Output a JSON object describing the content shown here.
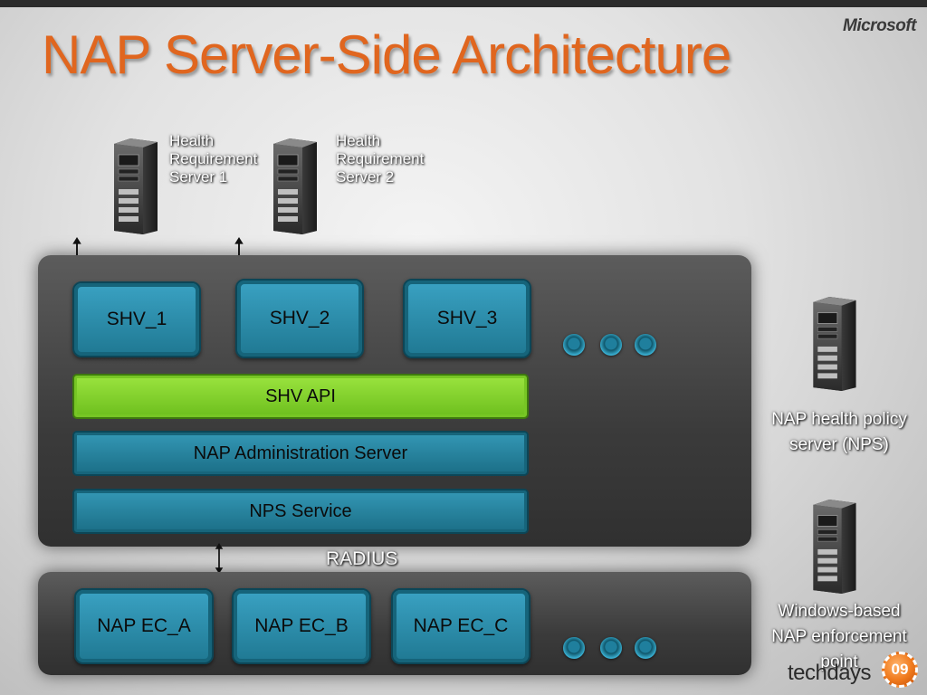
{
  "slide": {
    "title": "NAP Server-Side Architecture",
    "brand": "Microsoft"
  },
  "servers": {
    "hrs1": {
      "line1": "Health",
      "line2": "Requirement",
      "line3": "Server 1"
    },
    "hrs2": {
      "line1": "Health",
      "line2": "Requirement",
      "line3": "Server 2"
    },
    "nps": {
      "line1": "NAP health policy",
      "line2": "server (NPS)"
    },
    "enforcement": {
      "line1": "Windows-based",
      "line2": "NAP enforcement",
      "line3": "point"
    }
  },
  "upper_panel": {
    "shvs": [
      "SHV_1",
      "SHV_2",
      "SHV_3"
    ],
    "shv_api": "SHV API",
    "admin_server": "NAP Administration Server",
    "nps_service": "NPS Service"
  },
  "connection": {
    "radius": "RADIUS"
  },
  "lower_panel": {
    "ecs": [
      "NAP  EC_A",
      "NAP  EC_B",
      "NAP  EC_C"
    ]
  },
  "logo": {
    "text": "techdays",
    "badge": "09"
  },
  "colors": {
    "title": "#e0661f",
    "component_blue": "#2a8aa8",
    "api_green": "#7fcf2a",
    "panel": "#3b3b3b"
  },
  "icons": [
    "server-tower-icon",
    "double-arrow-icon",
    "ellipsis-dot-icon"
  ]
}
